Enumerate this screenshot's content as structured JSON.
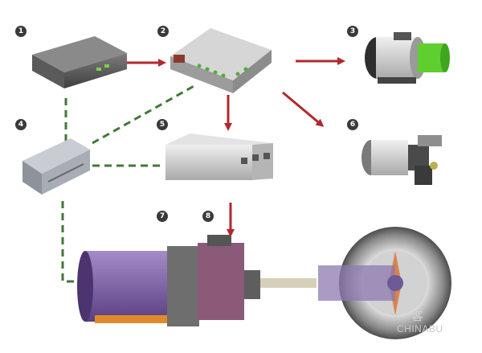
{
  "markers": [
    "1",
    "2",
    "3",
    "4",
    "5",
    "6",
    "7",
    "8"
  ],
  "watermark": {
    "brand": "CHINABU",
    "cn": "客"
  },
  "colors": {
    "arrow": "#b3282c",
    "control_link": "#3f7a34",
    "marker_bg": "#3a3a3a",
    "motor_purple": "#7b5fa0",
    "green_cap": "#5fcf2f"
  }
}
